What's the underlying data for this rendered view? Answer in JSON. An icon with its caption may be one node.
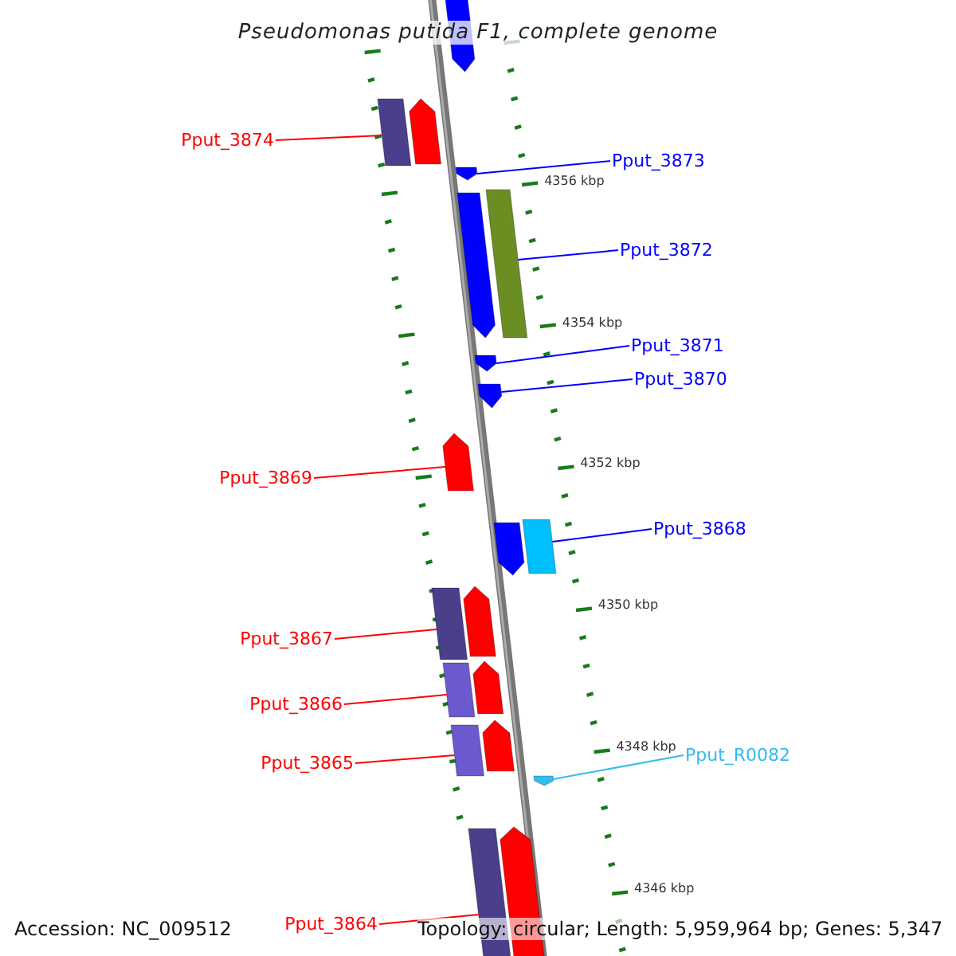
{
  "diagram": {
    "title": "Pseudomonas putida F1, complete genome",
    "nodes": [
      {
        "text": [
          "Pput_3874"
        ]
      },
      {
        "text": [
          "Pput_3873"
        ]
      },
      {
        "text": [
          "Pput_3872"
        ]
      },
      {
        "text": [
          "Pput_3871"
        ]
      },
      {
        "text": [
          "Pput_3870"
        ]
      },
      {
        "text": [
          "Pput_3869"
        ]
      },
      {
        "text": [
          "Pput_3868"
        ]
      },
      {
        "text": [
          "Pput_3867"
        ]
      },
      {
        "text": [
          "Pput_3866"
        ]
      },
      {
        "text": [
          "Pput_3865"
        ]
      },
      {
        "text": [
          "Pput_R0082"
        ]
      },
      {
        "text": [
          "Pput_3864"
        ]
      },
      {
        "text": [],
        "shape": "arrow"
      },
      {
        "text": [],
        "shape": "bar"
      },
      {
        "text": [],
        "shape": "arrow"
      },
      {
        "text": [],
        "shape": "arrow"
      },
      {
        "text": [],
        "shape": "arrow"
      },
      {
        "text": [],
        "shape": "bar"
      },
      {
        "text": [],
        "shape": "arrow"
      },
      {
        "text": [],
        "shape": "arrow"
      },
      {
        "text": [],
        "shape": "arrow"
      },
      {
        "text": [],
        "shape": "arrow"
      },
      {
        "text": [],
        "shape": "bar"
      },
      {
        "text": [],
        "shape": "bar"
      },
      {
        "text": [],
        "shape": "arrow"
      },
      {
        "text": [],
        "shape": "bar"
      },
      {
        "text": [],
        "shape": "arrow"
      },
      {
        "text": [],
        "shape": "bar"
      },
      {
        "text": [],
        "shape": "arrow"
      },
      {
        "text": [],
        "shape": "arrow"
      },
      {
        "text": [],
        "shape": "bar"
      },
      {
        "text": [],
        "shape": "arrow"
      }
    ],
    "edges": [
      {
        "from": 0,
        "to": 13,
        "arrow": "none"
      },
      {
        "from": 1,
        "to": 15,
        "arrow": "none",
        "color": "#0000ff"
      },
      {
        "from": 2,
        "to": 17,
        "arrow": "none",
        "color": "#0000ff"
      },
      {
        "from": 3,
        "to": 18,
        "arrow": "none",
        "color": "#0000ff"
      },
      {
        "from": 4,
        "to": 19,
        "arrow": "none",
        "color": "#0000ff"
      },
      {
        "from": 5,
        "to": 20,
        "arrow": "none"
      },
      {
        "from": 6,
        "to": 22,
        "arrow": "none",
        "color": "#0000ff"
      },
      {
        "from": 7,
        "to": 23,
        "arrow": "none"
      },
      {
        "from": 8,
        "to": 25,
        "arrow": "none"
      },
      {
        "from": 9,
        "to": 27,
        "arrow": "none"
      },
      {
        "from": 10,
        "to": 29,
        "arrow": "none",
        "color": "#33bbee"
      },
      {
        "from": 11,
        "to": 30,
        "arrow": "none"
      }
    ],
    "labels": [
      "4356 kbp",
      "4354 kbp",
      "4352 kbp",
      "4350 kbp",
      "4348 kbp",
      "4346 kbp",
      "Accession: NC_009512",
      "Topology: circular; Length: 5,959,964 bp; Genes: 5,347"
    ]
  }
}
